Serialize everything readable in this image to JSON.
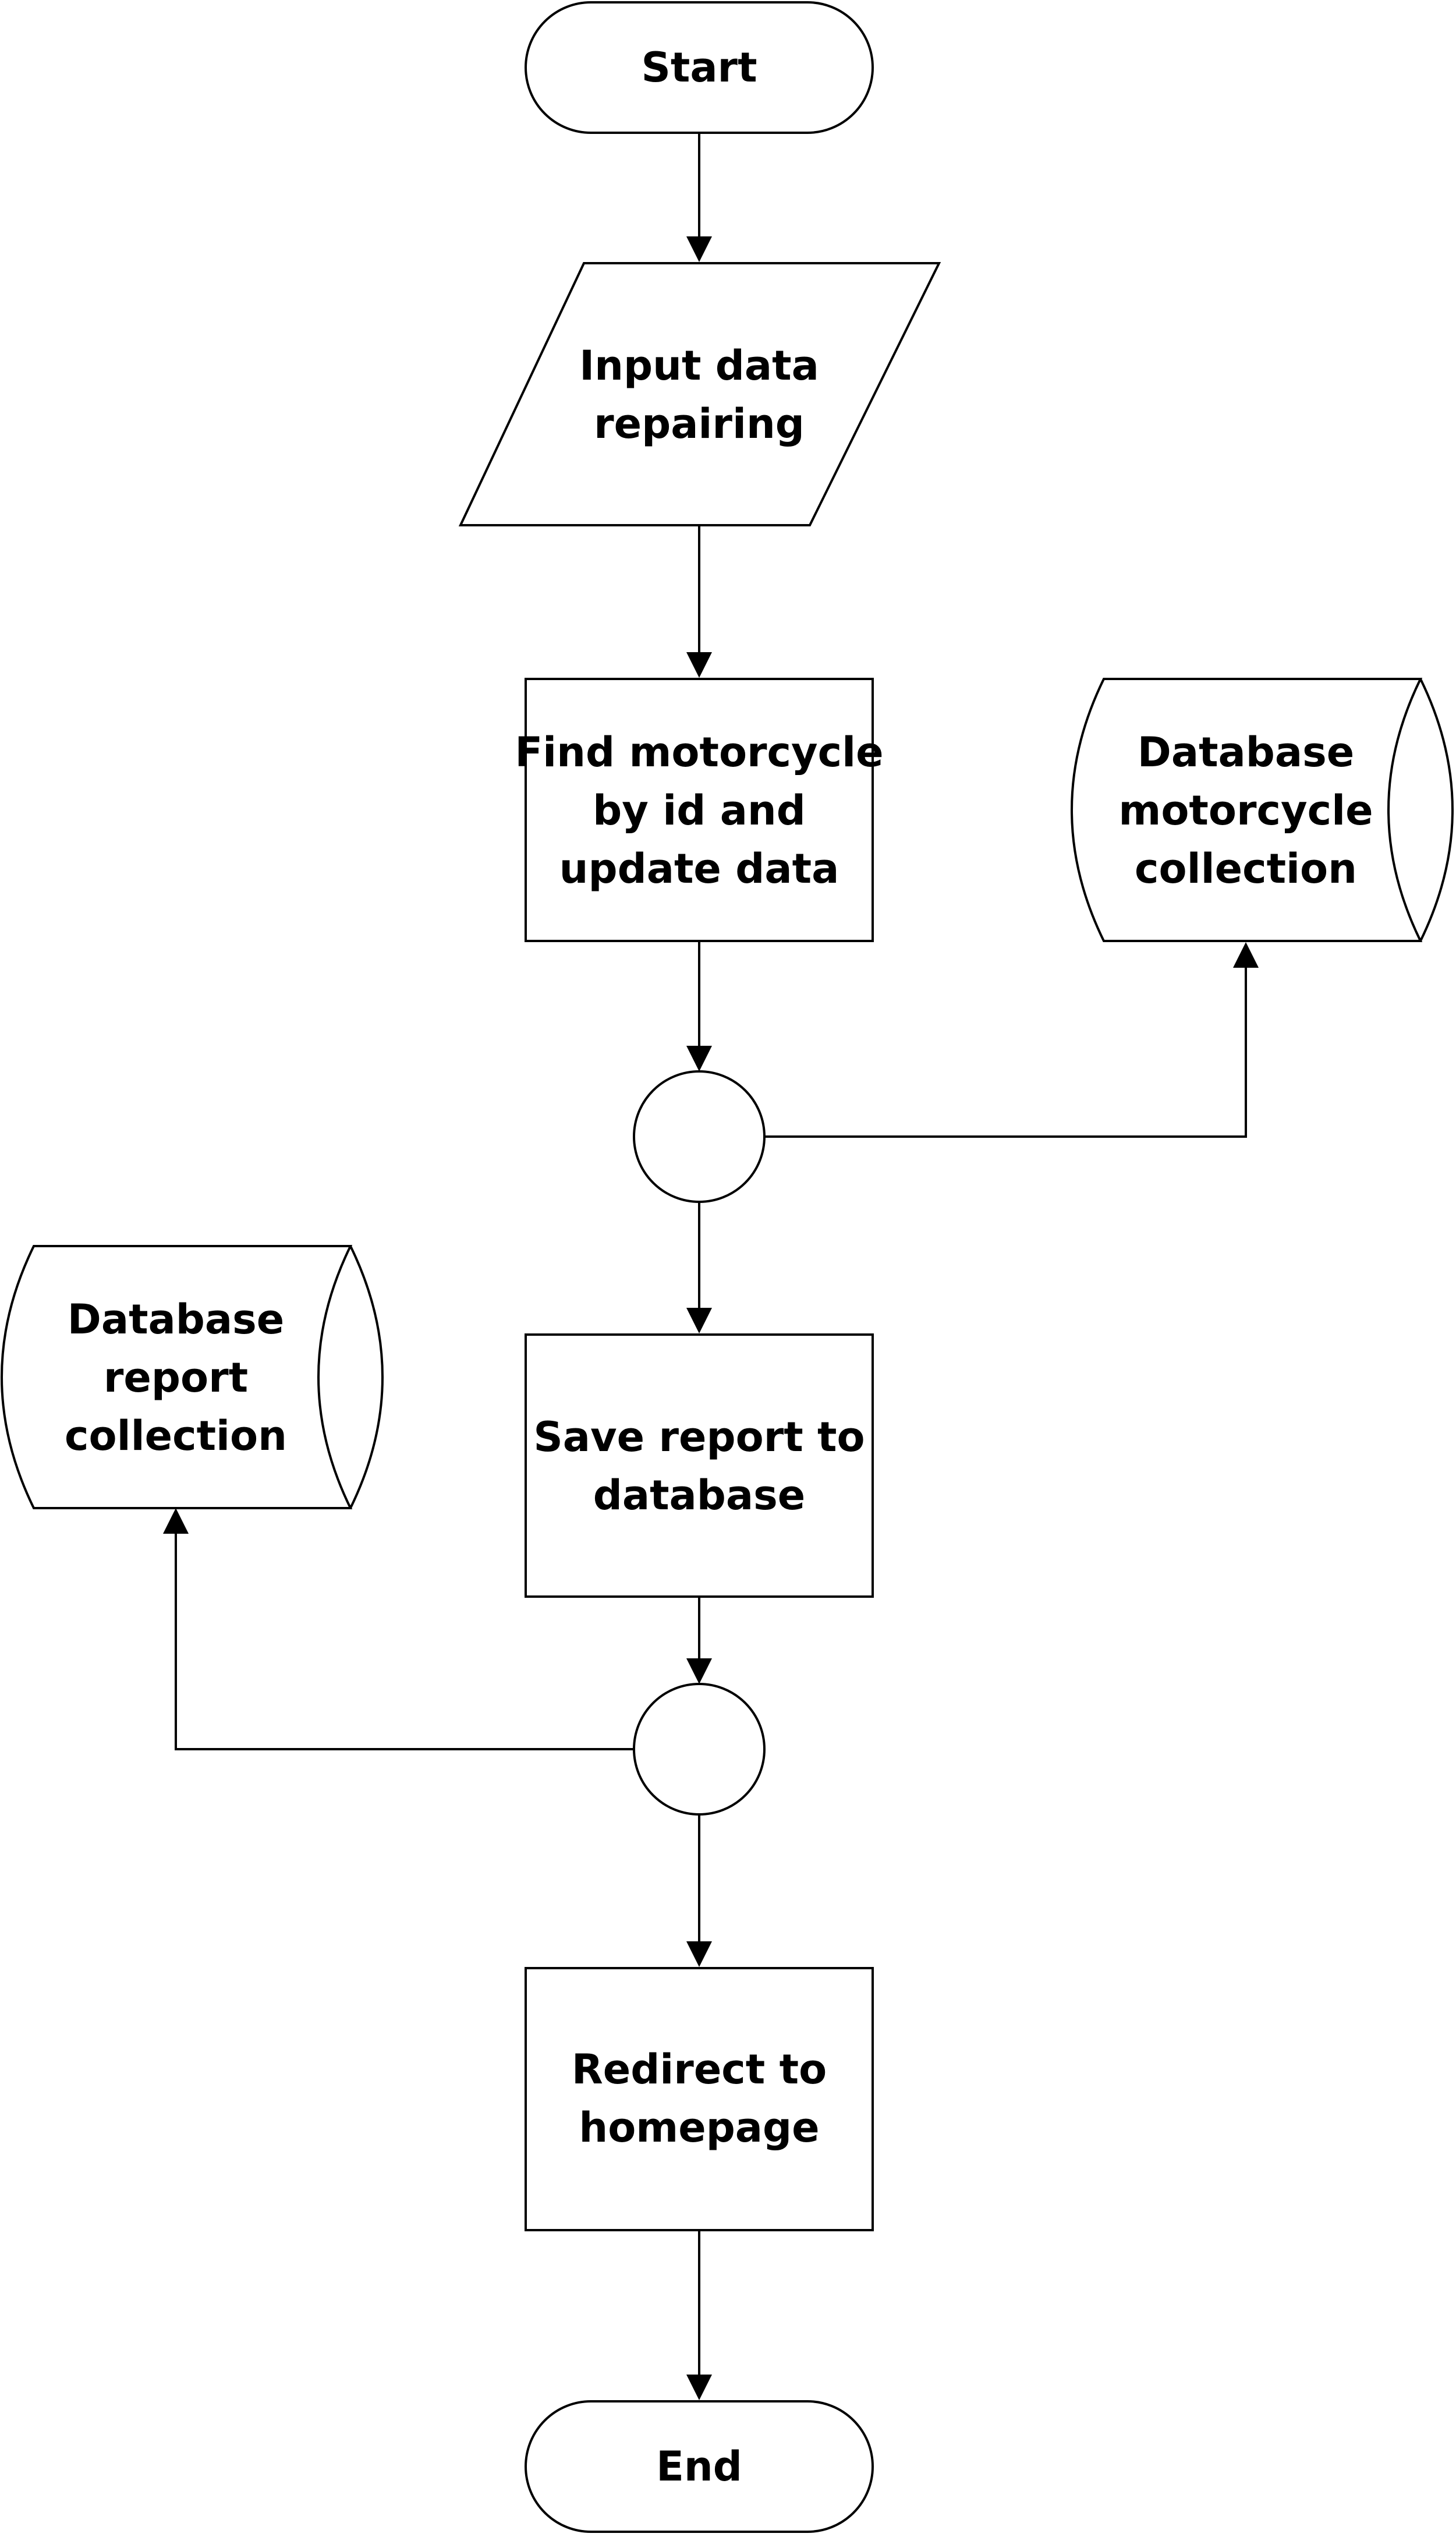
{
  "nodes": {
    "start": {
      "type": "terminator",
      "lines": [
        "Start"
      ]
    },
    "input_data": {
      "type": "input-output",
      "lines": [
        "Input data",
        "repairing"
      ]
    },
    "find_motorcycle": {
      "type": "process",
      "lines": [
        "Find motorcycle",
        "by id and",
        "update data"
      ]
    },
    "db_motorcycle": {
      "type": "stored-data",
      "lines": [
        "Database",
        "motorcycle",
        "collection"
      ]
    },
    "connector_1": {
      "type": "connector",
      "lines": []
    },
    "save_report": {
      "type": "process",
      "lines": [
        "Save report to",
        "database"
      ]
    },
    "db_report": {
      "type": "stored-data",
      "lines": [
        "Database",
        "report",
        "collection"
      ]
    },
    "connector_2": {
      "type": "connector",
      "lines": []
    },
    "redirect": {
      "type": "process",
      "lines": [
        "Redirect to",
        "homepage"
      ]
    },
    "end": {
      "type": "terminator",
      "lines": [
        "End"
      ]
    }
  },
  "edges": [
    {
      "from": "start",
      "to": "input_data"
    },
    {
      "from": "input_data",
      "to": "find_motorcycle"
    },
    {
      "from": "find_motorcycle",
      "to": "connector_1"
    },
    {
      "from": "connector_1",
      "to": "db_motorcycle"
    },
    {
      "from": "connector_1",
      "to": "save_report"
    },
    {
      "from": "save_report",
      "to": "connector_2"
    },
    {
      "from": "connector_2",
      "to": "db_report"
    },
    {
      "from": "connector_2",
      "to": "redirect"
    },
    {
      "from": "redirect",
      "to": "end"
    }
  ]
}
